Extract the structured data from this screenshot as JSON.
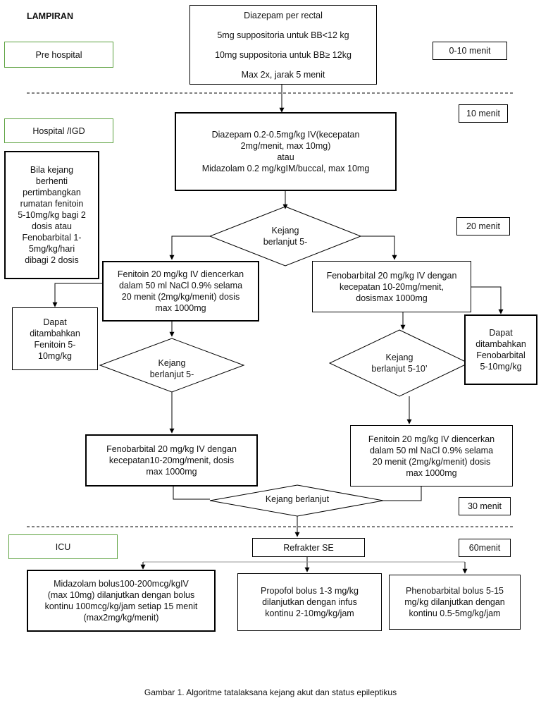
{
  "header": {
    "title": "LAMPIRAN"
  },
  "phases": {
    "pre_hospital": "Pre hospital",
    "hospital": "Hospital /IGD",
    "icu": "ICU"
  },
  "times": {
    "t1": "0-10 menit",
    "t2": "10 menit",
    "t3": "20 menit",
    "t4": "30 menit",
    "t5": "60menit"
  },
  "boxes": {
    "diazepam_rectal": [
      "Diazepam per rectal",
      "5mg suppositoria untuk BB<12 kg",
      "10mg suppositoria untuk BB≥ 12kg",
      "Max 2x, jarak 5 menit"
    ],
    "diazepam_iv": [
      "Diazepam 0.2-0.5mg/kg IV(kecepatan",
      "2mg/menit, max 10mg)",
      "atau",
      "Midazolam 0.2 mg/kgIM/buccal, max 10mg"
    ],
    "bila_kejang": [
      "Bila kejang",
      "berhenti",
      "pertimbangkan",
      "rumatan fenitoin",
      "5-10mg/kg bagi 2",
      "dosis atau",
      "Fenobarbital 1-",
      "5mg/kg/hari",
      "dibagi 2 dosis"
    ],
    "fenitoin_left": [
      "Fenitoin 20 mg/kg IV diencerkan",
      "dalam 50 ml NaCl 0.9% selama",
      "20 menit (2mg/kg/menit) dosis",
      "max 1000mg"
    ],
    "fenobarbital_right": [
      "Fenobarbital 20 mg/kg IV dengan",
      "kecepatan 10-20mg/menit,",
      "dosismax 1000mg"
    ],
    "dapat_fenitoin": [
      "Dapat",
      "ditambahkan",
      "Fenitoin 5-",
      "10mg/kg"
    ],
    "dapat_fenobarbital": [
      "Dapat",
      "ditambahkan",
      "Fenobarbital",
      "5-10mg/kg"
    ],
    "fenobarbital_left": [
      "Fenobarbital 20 mg/kg IV dengan",
      "kecepatan10-20mg/menit, dosis",
      "max 1000mg"
    ],
    "fenitoin_right": [
      "Fenitoin 20 mg/kg IV diencerkan",
      "dalam 50 ml NaCl 0.9% selama",
      "20 menit (2mg/kg/menit) dosis",
      "max 1000mg"
    ],
    "refrakter": [
      "Refrakter SE"
    ],
    "midazolam": [
      "Midazolam bolus100-200mcg/kgIV",
      "(max 10mg) dilanjutkan dengan bolus",
      "kontinu 100mcg/kg/jam setiap 15 menit",
      "(max2mg/kg/menit)"
    ],
    "propofol": [
      "Propofol bolus 1-3 mg/kg",
      "dilanjutkan dengan infus",
      "kontinu 2-10mg/kg/jam"
    ],
    "phenobarbital": [
      "Phenobarbital bolus 5-15",
      "mg/kg dilanjutkan dengan",
      "kontinu  0.5-5mg/kg/jam"
    ]
  },
  "decisions": {
    "d1": [
      "Kejang",
      "berlanjut 5-"
    ],
    "d2": [
      "Kejang",
      "berlanjut 5-"
    ],
    "d3": [
      "Kejang",
      "berlanjut 5-10’"
    ],
    "d4": [
      "Kejang berlanjut"
    ]
  },
  "caption": "Gambar 1. Algoritme tatalaksana kejang akut dan status epileptikus"
}
